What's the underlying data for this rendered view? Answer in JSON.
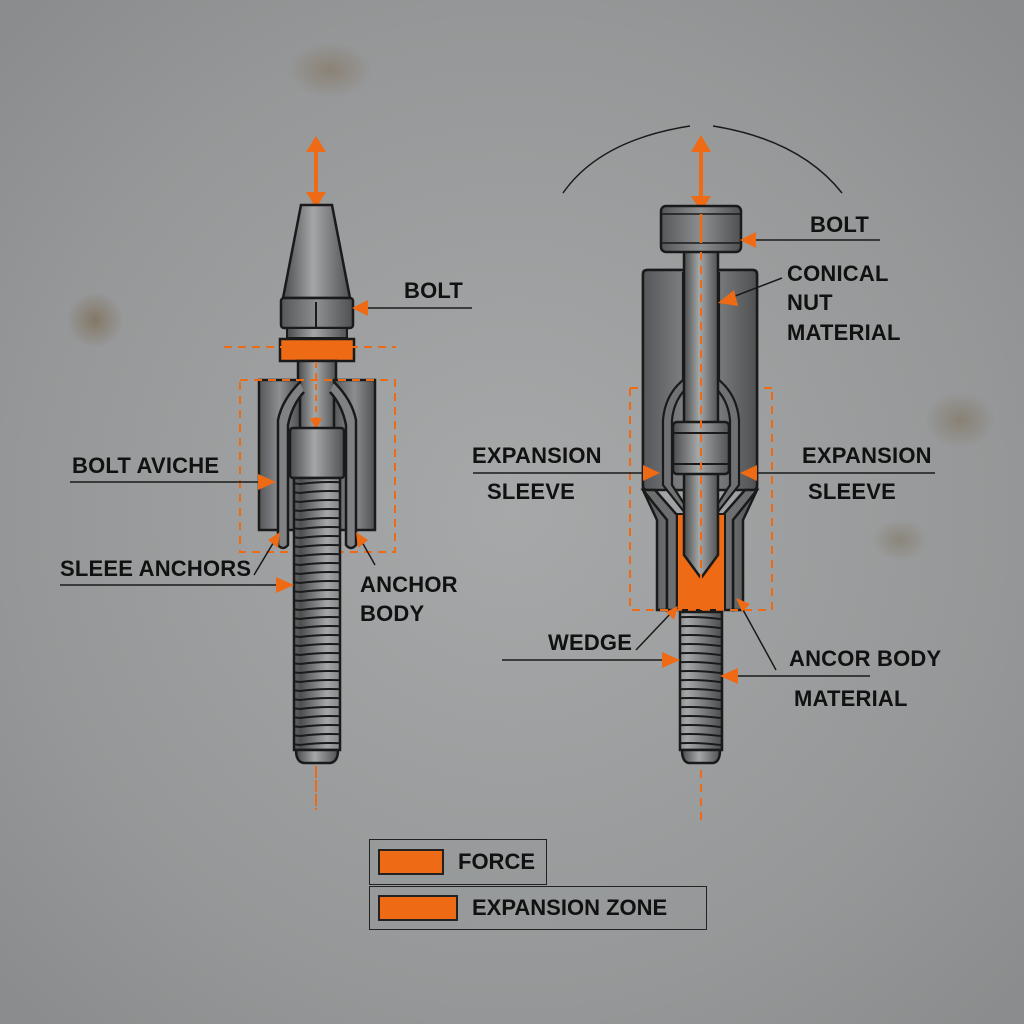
{
  "colors": {
    "accent_orange": "#ee6a14",
    "metal_dark": "#4e5052",
    "metal_light": "#9c9ea0",
    "outline": "#1a1a1a",
    "background": "#9a9c9d"
  },
  "left_assembly": {
    "labels": {
      "bolt": "BOLT",
      "bolt_aviche": "BOLT AVICHE",
      "sleee_anchors": "SLEEE ANCHORS",
      "anchor_body_1": "ANCHOR",
      "anchor_body_2": "BODY"
    },
    "icons": [
      "force-double-arrow-icon",
      "pointer-arrow-icon"
    ]
  },
  "right_assembly": {
    "labels": {
      "bolt": "BOLT",
      "conical_1": "CONICAL",
      "conical_2": "NUT",
      "conical_3": "MATERIAL",
      "expansion_left_1": "EXPANSION",
      "expansion_left_2": "SLEEVE",
      "expansion_right_1": "EXPANSION",
      "expansion_right_2": "SLEEVE",
      "wedge": "WEDGE",
      "ancor_body": "ANCOR BODY",
      "material": "MATERIAL"
    }
  },
  "legend": {
    "items": [
      {
        "label": "FORCE",
        "color": "#ee6a14"
      },
      {
        "label": "EXPANSION ZONE",
        "color": "#ee6a14"
      }
    ]
  }
}
